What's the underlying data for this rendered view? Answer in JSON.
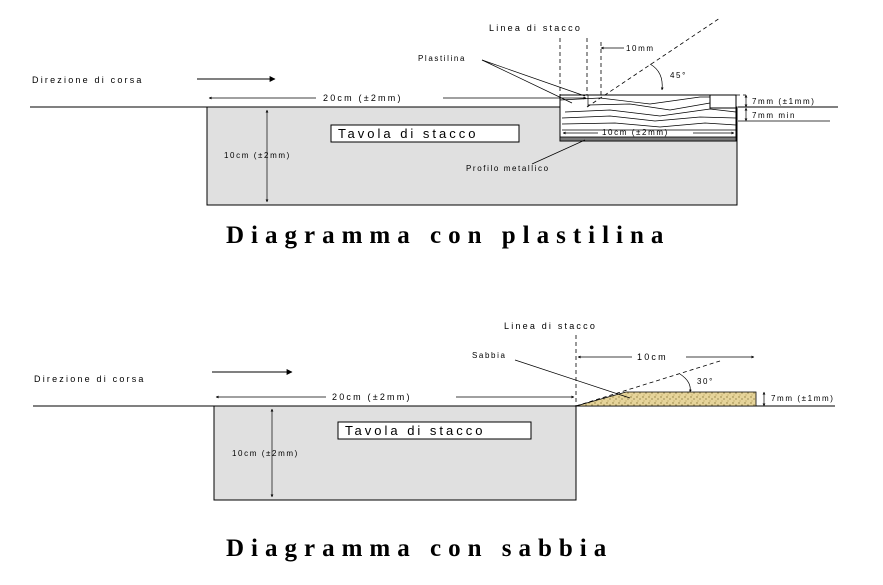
{
  "diagram1": {
    "title": "Diagramma con plastilina",
    "run_direction": "Direzione di corsa",
    "takeoff_line": "Linea di stacco",
    "plasticine": "Plastilina",
    "board": "Tavola di stacco",
    "metal_profile": "Profilo metallico",
    "len_20": "20cm (±2mm)",
    "depth_10": "10cm (±2mm)",
    "width_10": "10cm (±2mm)",
    "gap_10mm": "10mm",
    "angle": "45°",
    "h_7": "7mm (±1mm)",
    "h_7min": "7mm min"
  },
  "diagram2": {
    "title": "Diagramma con sabbia",
    "run_direction": "Direzione di corsa",
    "takeoff_line": "Linea di stacco",
    "sand": "Sabbia",
    "board": "Tavola di stacco",
    "len_20": "20cm (±2mm)",
    "depth_10": "10cm (±2mm)",
    "len_10": "10cm",
    "angle": "30°",
    "h_7": "7mm (±1mm)"
  },
  "colors": {
    "board_fill": "#e0e0e0",
    "sand_fill": "#e6d49a"
  }
}
